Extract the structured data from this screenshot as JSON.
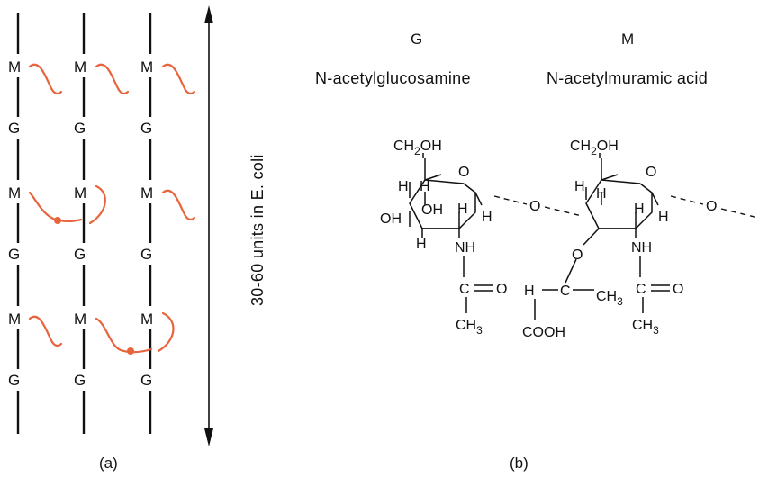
{
  "panel_a": {
    "caption": "(a)",
    "residue_m": "M",
    "residue_g": "G",
    "length_label": "30-60 units in E. coli",
    "colors": {
      "peptide": "#e8643c",
      "strand": "#111111"
    }
  },
  "panel_b": {
    "caption": "(b)",
    "g_letter": "G",
    "m_letter": "M",
    "g_name": "N-acetylglucosamine",
    "m_name": "N-acetylmuramic acid",
    "atoms": {
      "ch2oh_a": "CH",
      "ch2oh_b": "OH",
      "sub2": "2",
      "o": "O",
      "h": "H",
      "oh": "OH",
      "nh": "NH",
      "c": "C",
      "ch": "CH",
      "sub3": "3",
      "cooh": "COOH"
    }
  }
}
